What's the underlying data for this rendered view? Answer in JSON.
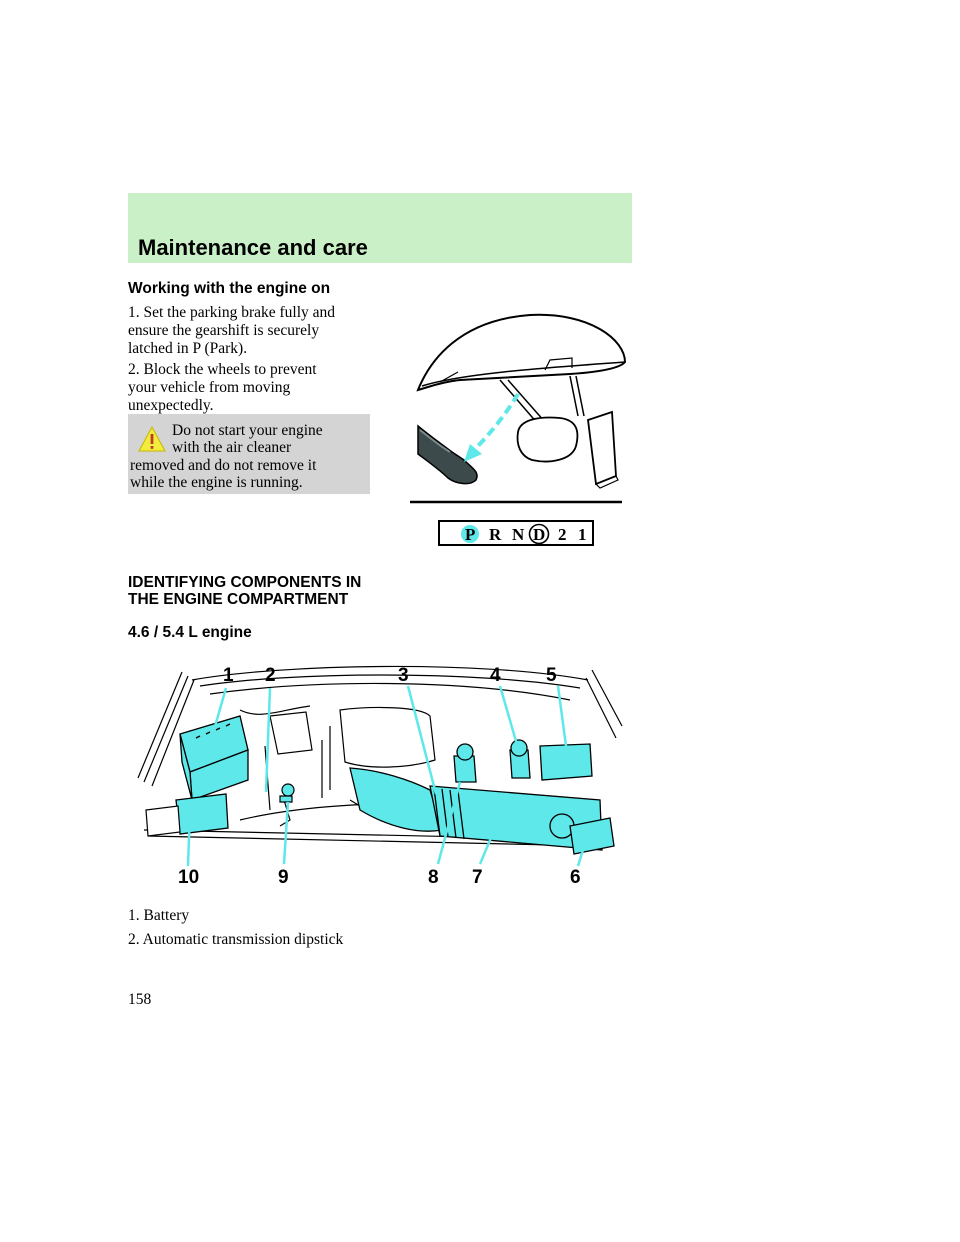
{
  "header": {
    "title": "Maintenance and care"
  },
  "section1": {
    "heading": "Working with the engine on",
    "step1": [
      "1. Set the parking brake fully and",
      "ensure the gearshift is securely",
      "latched in P (Park)."
    ],
    "step2": [
      "2. Block the wheels to prevent",
      "your vehicle from moving",
      "unexpectedly."
    ]
  },
  "warning": {
    "icon": "warning-triangle-icon",
    "lines": [
      "Do not start your engine",
      "with the air cleaner",
      "removed and do not remove it",
      "while the engine is running."
    ]
  },
  "gear_indicator": {
    "positions": [
      "P",
      "R",
      "N",
      "D",
      "2",
      "1"
    ],
    "highlight_color": "#5ee8ea"
  },
  "section2": {
    "heading_lines": [
      "IDENTIFYING COMPONENTS IN",
      "THE ENGINE COMPARTMENT"
    ],
    "subheading": "4.6 / 5.4 L engine"
  },
  "engine_callouts": [
    "1",
    "2",
    "3",
    "4",
    "5",
    "6",
    "7",
    "8",
    "9",
    "10"
  ],
  "components": [
    "1. Battery",
    "2. Automatic transmission dipstick"
  ],
  "page_number": "158",
  "colors": {
    "header_bg": "#c9f0c6",
    "warning_bg": "#d4d4d4",
    "highlight": "#5ee8ea"
  }
}
